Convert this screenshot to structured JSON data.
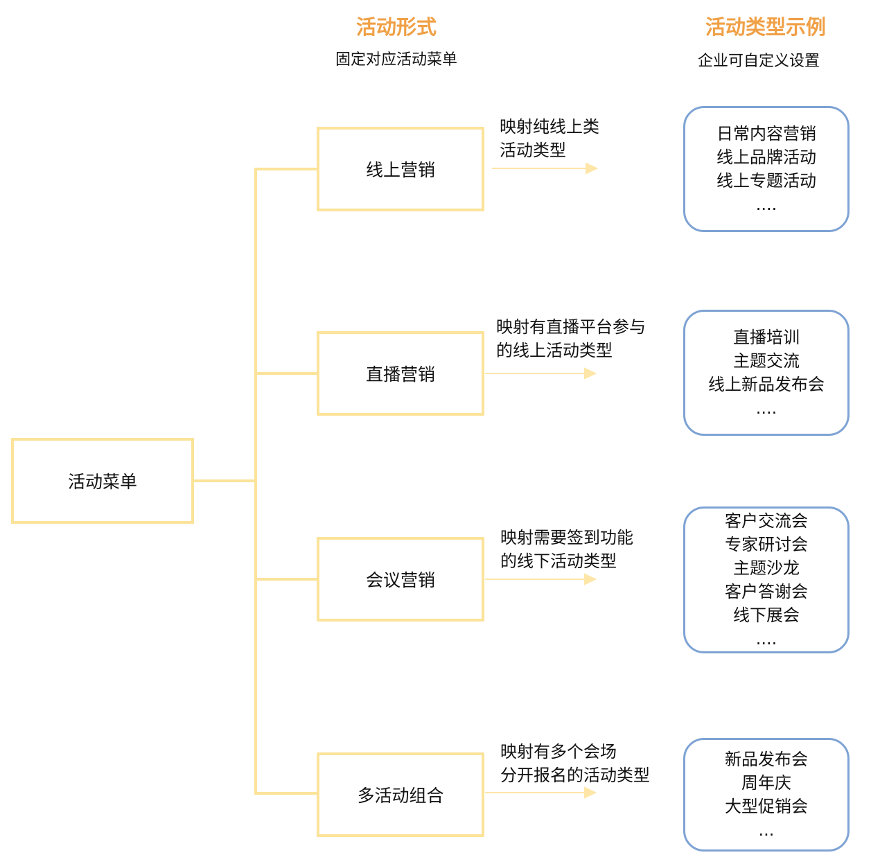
{
  "header": {
    "forms_title": "活动形式",
    "forms_subtitle": "固定对应活动菜单",
    "types_title": "活动类型示例",
    "types_subtitle": "企业可自定义设置"
  },
  "root": {
    "label": "活动菜单"
  },
  "colors": {
    "header_accent": "#f0a046",
    "yellow_border": "#fbe39a",
    "arrow": "#fde6a8",
    "blue_border": "#7ea3d4"
  },
  "rows": [
    {
      "form": "线上营销",
      "mapping": [
        "映射纯线上类",
        "活动类型"
      ],
      "examples": [
        "日常内容营销",
        "线上品牌活动",
        "线上专题活动",
        "...."
      ]
    },
    {
      "form": "直播营销",
      "mapping": [
        "映射有直播平台参与",
        "的线上活动类型"
      ],
      "examples": [
        "直播培训",
        "主题交流",
        "线上新品发布会",
        "...."
      ]
    },
    {
      "form": "会议营销",
      "mapping": [
        "映射需要签到功能",
        "的线下活动类型"
      ],
      "examples": [
        "客户交流会",
        "专家研讨会",
        "主题沙龙",
        "客户答谢会",
        "线下展会",
        "...."
      ]
    },
    {
      "form": "多活动组合",
      "mapping": [
        "映射有多个会场",
        "分开报名的活动类型"
      ],
      "examples": [
        "新品发布会",
        "周年庆",
        "大型促销会",
        "..."
      ]
    }
  ]
}
